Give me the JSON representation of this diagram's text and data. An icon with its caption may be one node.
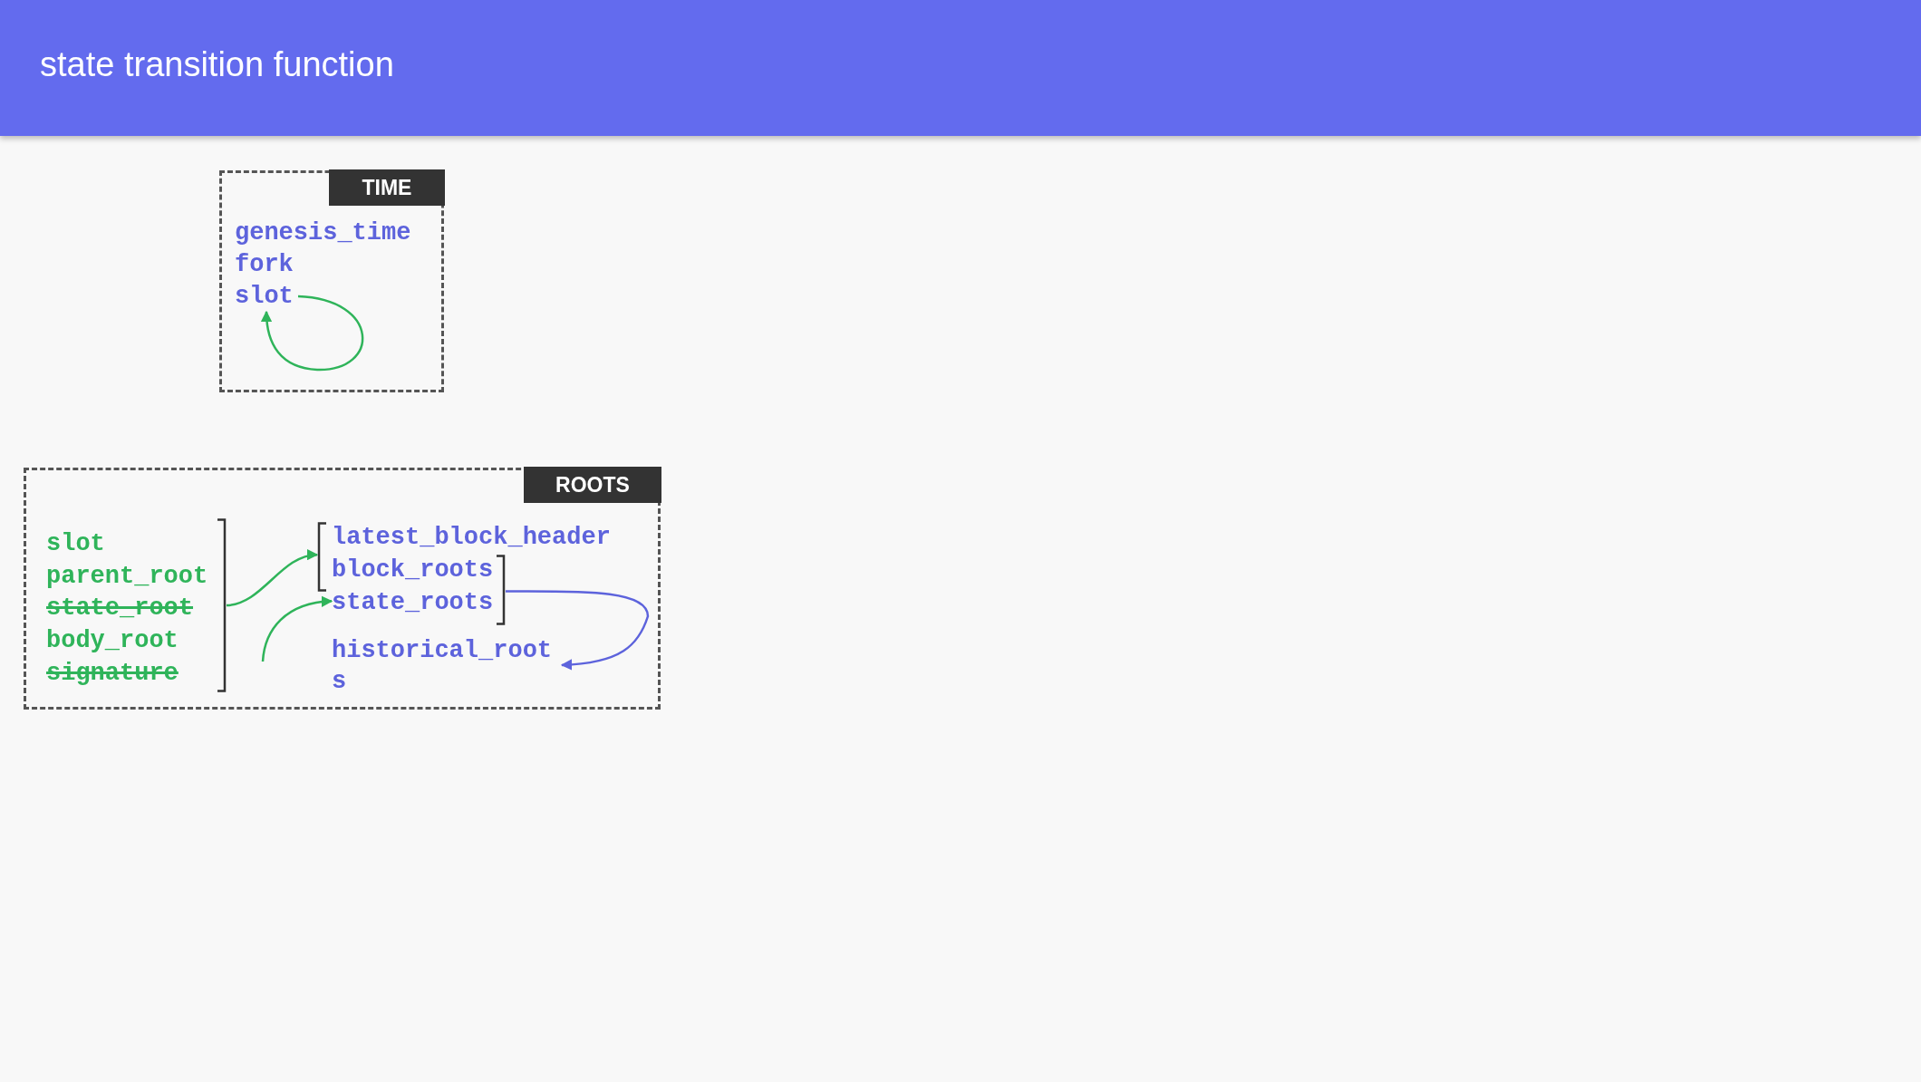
{
  "diagram": {
    "title": "state transition function",
    "nodes": [
      {
        "text": [
          "TIME"
        ]
      },
      {
        "text": [
          "genesis_time"
        ],
        "in": 0
      },
      {
        "text": [
          "fork"
        ],
        "in": 0
      },
      {
        "text": [
          "slot"
        ],
        "in": 0
      },
      {
        "text": [
          "ROOTS"
        ]
      },
      {
        "text": [],
        "shape": "bracket",
        "in": 4
      },
      {
        "text": [
          "slot"
        ],
        "in": 5
      },
      {
        "text": [
          "parent_root"
        ],
        "in": 5
      },
      {
        "text": [
          "state_root"
        ],
        "in": 5
      },
      {
        "text": [
          "body_root"
        ],
        "in": 5
      },
      {
        "text": [
          "signature"
        ],
        "in": 5
      },
      {
        "text": [],
        "shape": "bracket",
        "in": 4
      },
      {
        "text": [],
        "shape": "bracket",
        "in": 4
      },
      {
        "text": [
          "latest_block_header"
        ],
        "in": 4
      },
      {
        "text": [
          "block_roots"
        ],
        "in": 4
      },
      {
        "text": [
          "state_roots"
        ],
        "in": 4
      },
      {
        "text": [
          "historical_roots"
        ],
        "in": 4
      }
    ],
    "edges": [
      {
        "from": 3,
        "to": 3,
        "arrow": "to"
      },
      {
        "from": 5,
        "to": 11,
        "arrow": "to"
      },
      {
        "from": null,
        "to": 15,
        "arrow": "to"
      },
      {
        "from": 12,
        "to": 16,
        "arrow": "to",
        "color": "#5d63dc"
      }
    ]
  }
}
